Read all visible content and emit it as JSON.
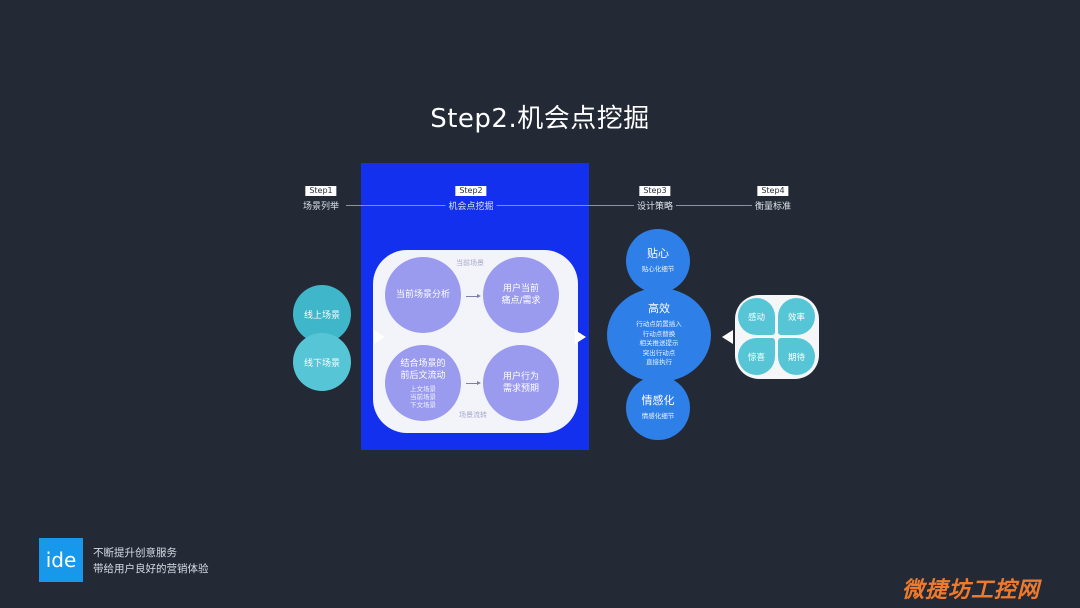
{
  "title": "Step2.机会点挖掘",
  "steps": [
    {
      "badge": "Step1",
      "label": "场景列举"
    },
    {
      "badge": "Step2",
      "label": "机会点挖掘"
    },
    {
      "badge": "Step3",
      "label": "设计策略"
    },
    {
      "badge": "Step4",
      "label": "衡量标准"
    }
  ],
  "left_scenes": [
    "线上场景",
    "线下场景"
  ],
  "core": {
    "top_label": "当前场景",
    "bottom_label": "场景流转",
    "c1": "当前场景分析",
    "c2_line1": "用户当前",
    "c2_line2": "痛点/需求",
    "c3_line1": "结合场景的",
    "c3_line2": "前后文流动",
    "c3_sub": [
      "上文场景",
      "当前场景",
      "下文场景"
    ],
    "c4_line1": "用户行为",
    "c4_line2": "需求预期"
  },
  "strategies": {
    "s1_title": "贴心",
    "s1_sub": "贴心化细节",
    "s2_title": "高效",
    "s2_items": [
      "行动点前置插入",
      "行动点替换",
      "相关推送提示",
      "突出行动点",
      "直接执行"
    ],
    "s3_title": "情感化",
    "s3_sub": "情感化细节"
  },
  "metrics": [
    "感动",
    "效率",
    "惊喜",
    "期待"
  ],
  "footer": {
    "logo_text": "ide",
    "slogan_line1": "不断提升创意服务",
    "slogan_line2": "带给用户良好的营销体验"
  },
  "watermark": "微捷坊工控网",
  "colors": {
    "background": "#232a36",
    "panel_blue": "#1230ee",
    "purple_circle": "#9a9bef",
    "teal": "#56c6d6",
    "strategy_blue": "#2e80e8",
    "logo_blue": "#1898ea",
    "watermark_orange": "#f07a2c"
  }
}
